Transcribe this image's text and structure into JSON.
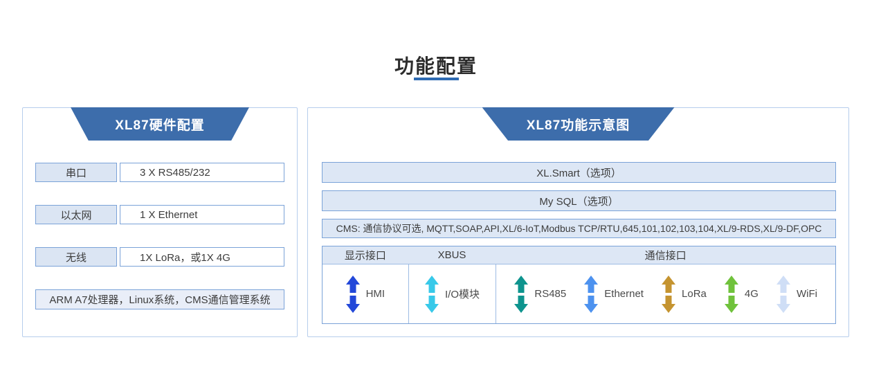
{
  "page": {
    "title": "功能配置"
  },
  "colors": {
    "title_underline": "#2e6bb2",
    "header_trapezoid": "#3d6dab",
    "panel_border": "#b6cdec",
    "box_border": "#7aa2d8",
    "box_fill": "#dde7f5"
  },
  "left_panel": {
    "header": "XL87硬件配置",
    "rows": [
      {
        "label": "串口",
        "value": "3 X RS485/232"
      },
      {
        "label": "以太网",
        "value": "1 X Ethernet"
      },
      {
        "label": "无线",
        "value": "1X LoRa，或1X 4G"
      }
    ],
    "footer": "ARM A7处理器，Linux系统，CMS通信管理系统"
  },
  "right_panel": {
    "header": "XL87功能示意图",
    "option_rows": [
      "XL.Smart（选项）",
      "My SQL（选项）"
    ],
    "cms_row": "CMS: 通信协议可选, MQTT,SOAP,API,XL/6-IoT,Modbus TCP/RTU,645,101,102,103,104,XL/9-RDS,XL/9-DF,OPC",
    "table": {
      "headers": [
        "显示接口",
        "XBUS",
        "通信接口"
      ],
      "display_interface": {
        "label": "HMI",
        "arrow_color": "#2348d9"
      },
      "xbus": {
        "label": "I/O模块",
        "arrow_color": "#38c9e9"
      },
      "comm_interfaces": [
        {
          "label": "RS485",
          "arrow_color": "#0e948e"
        },
        {
          "label": "Ethernet",
          "arrow_color": "#4d92ef"
        },
        {
          "label": "LoRa",
          "arrow_color": "#c59430"
        },
        {
          "label": "4G",
          "arrow_color": "#70c23c"
        },
        {
          "label": "WiFi",
          "arrow_color": "#cfdef6"
        }
      ]
    }
  }
}
